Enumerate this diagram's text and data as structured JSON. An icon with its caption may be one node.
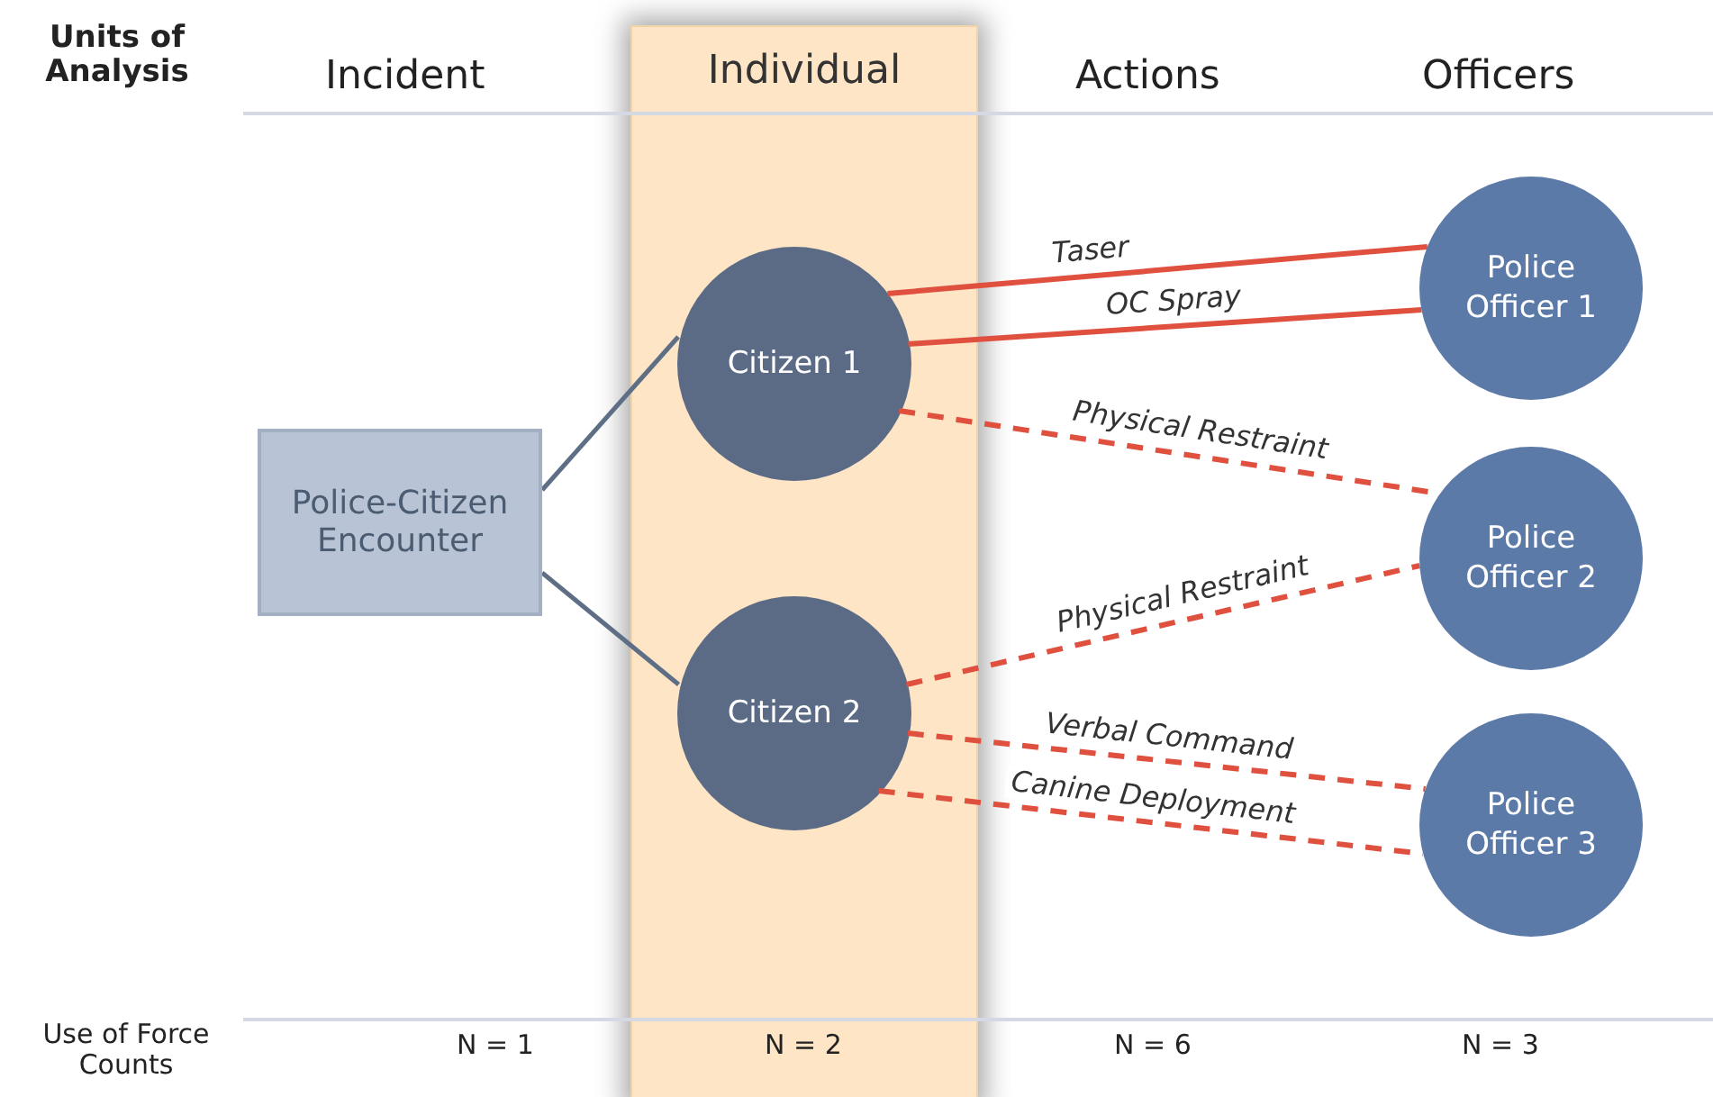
{
  "diagram": {
    "nodes": [
      {
        "text": [
          "Police-Citizen Encounter"
        ]
      },
      {
        "text": [
          "Individual"
        ]
      },
      {
        "text": [
          "Citizen 1"
        ],
        "in": 1
      },
      {
        "text": [
          "Citizen 2"
        ],
        "in": 1
      },
      {
        "text": [
          "Police Officer 1"
        ]
      },
      {
        "text": [
          "Police Officer 2"
        ]
      },
      {
        "text": [
          "Police Officer 3"
        ]
      }
    ],
    "edges": [
      {
        "from": 0,
        "to": 2,
        "arrow": "none",
        "color": "#5d6e85"
      },
      {
        "from": 0,
        "to": 3,
        "arrow": "none",
        "color": "#5d6e85"
      },
      {
        "from": 2,
        "to": 4,
        "label": "Taser",
        "arrow": "none"
      },
      {
        "from": 2,
        "to": 4,
        "label": "OC Spray",
        "arrow": "none"
      },
      {
        "from": 2,
        "to": 5,
        "label": "Physical Restraint",
        "arrow": "none",
        "style": "dashed"
      },
      {
        "from": 3,
        "to": 5,
        "label": "Physical Restraint",
        "arrow": "none",
        "style": "dashed"
      },
      {
        "from": 3,
        "to": 6,
        "label": "Verbal Command",
        "arrow": "none",
        "style": "dashed"
      },
      {
        "from": 3,
        "to": 6,
        "label": "Canine Deployment",
        "arrow": "none",
        "style": "dashed"
      }
    ],
    "labels": [
      "Units of Analysis",
      "Incident",
      "Actions",
      "Officers",
      "Use of Force Counts",
      "N = 1",
      "N = 2",
      "N = 6",
      "N = 3"
    ]
  }
}
